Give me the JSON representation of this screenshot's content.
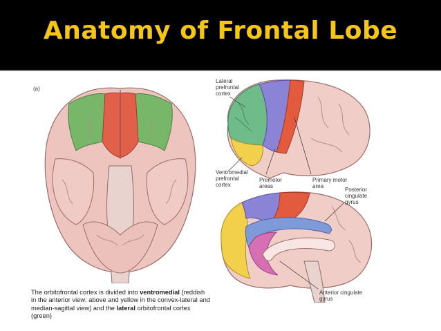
{
  "slide": {
    "title": "Anatomy of Frontal Lobe",
    "panel_label": "(a)"
  },
  "labels": {
    "lateral_pfc": [
      "Lateral",
      "prefrontal",
      "cortex"
    ],
    "ventromedial_pfc": [
      "Ventromedial",
      "prefrontal",
      "cortex"
    ],
    "premotor": [
      "Premotor",
      "areas"
    ],
    "primary_motor": [
      "Primary motor",
      "area"
    ],
    "posterior_cingulate": [
      "Posterior",
      "cingulate",
      "gyrus"
    ],
    "anterior_cingulate": [
      "Anterior cingulate",
      "gyrus"
    ]
  },
  "caption": {
    "part1": "The orbitofrontal cortex is divided into ",
    "bold1": "ventromedial",
    "part2": " (reddish in the anterior view: above and yellow in the convex-lateral and median-sagittal view) and the ",
    "bold2": "lateral",
    "part3": " orbitofrontal cortex (green)"
  },
  "colors": {
    "title": "#f5c518",
    "brain_pink": "#efc9c4",
    "green": "#6db56b",
    "red_orange": "#e35b3e",
    "purple_blue": "#7f84d6",
    "yellow": "#f2d04c",
    "magenta": "#d76fb5"
  }
}
